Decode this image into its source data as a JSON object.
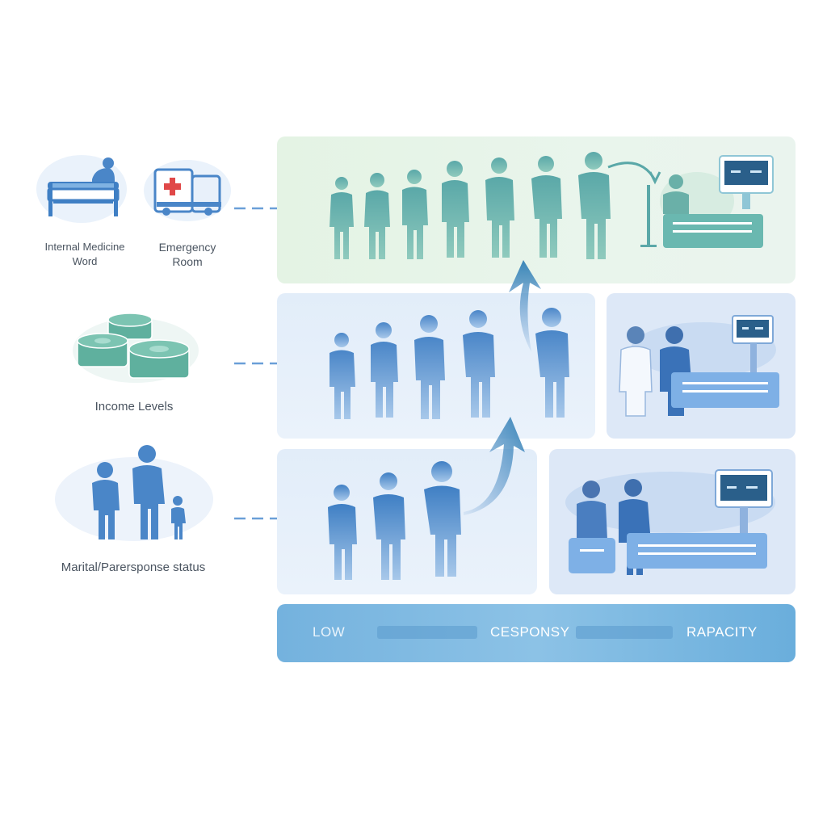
{
  "factors": {
    "ward_labels": [
      "Internal Medicine",
      "Word"
    ],
    "er_labels": [
      "Emergency",
      "Room"
    ],
    "income_label": "Income Levels",
    "marital_label": "Marital/Parersponse status"
  },
  "scale": {
    "low": "LOW",
    "mid": "CESPONSY",
    "high": "RAPACITY"
  },
  "colors": {
    "green_panel": "#e6f3e6",
    "blue_panel": "#e3edf9",
    "figure_teal": "#5aa8a8",
    "figure_blue": "#4a86c8",
    "bar": "#6aaedc",
    "arrow": "#6a9fd8",
    "cross": "#e04848"
  },
  "icons": [
    "hospital-bed-icon",
    "ambulance-icon",
    "coin-stack-icon",
    "family-icon",
    "doctor-station-icon",
    "monitor-icon"
  ]
}
